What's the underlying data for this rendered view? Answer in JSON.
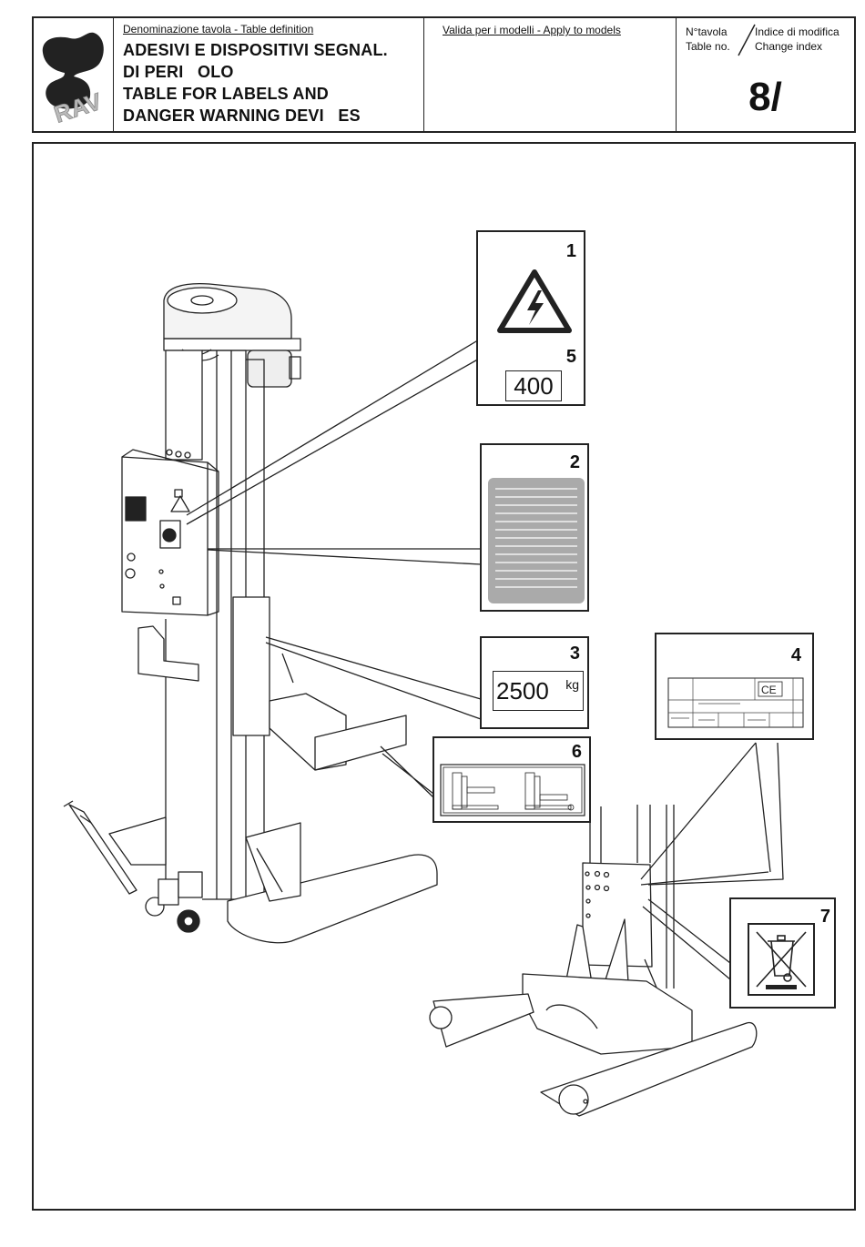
{
  "header": {
    "table_definition_label": "Denominazione tavola - Table definition",
    "title_lines": [
      "ADESIVI E DISPOSITIVI SEGNAL.",
      "DI PERI   OLO",
      "TABLE FOR LABELS AND",
      "DANGER WARNING DEVI   ES"
    ],
    "models_label": "Valida per i modelli - Apply to models",
    "table_no_label_it": "N°tavola",
    "table_no_label_en": "Table no.",
    "change_index_label_it": "Indice di modifica",
    "change_index_label_en": "Change index",
    "table_number": "8/",
    "logo_text": "RAV"
  },
  "labels": [
    {
      "number": "1",
      "content": "high-voltage-warning-triangle"
    },
    {
      "number": "5",
      "value": "400"
    },
    {
      "number": "2",
      "content": "instructions-plate"
    },
    {
      "number": "3",
      "value": "2500",
      "unit": "kg"
    },
    {
      "number": "4",
      "content": "ce-identification-plate",
      "mark": "CE"
    },
    {
      "number": "6",
      "content": "lifting-pictogram"
    },
    {
      "number": "7",
      "content": "crossed-out-wheelie-bin"
    }
  ]
}
